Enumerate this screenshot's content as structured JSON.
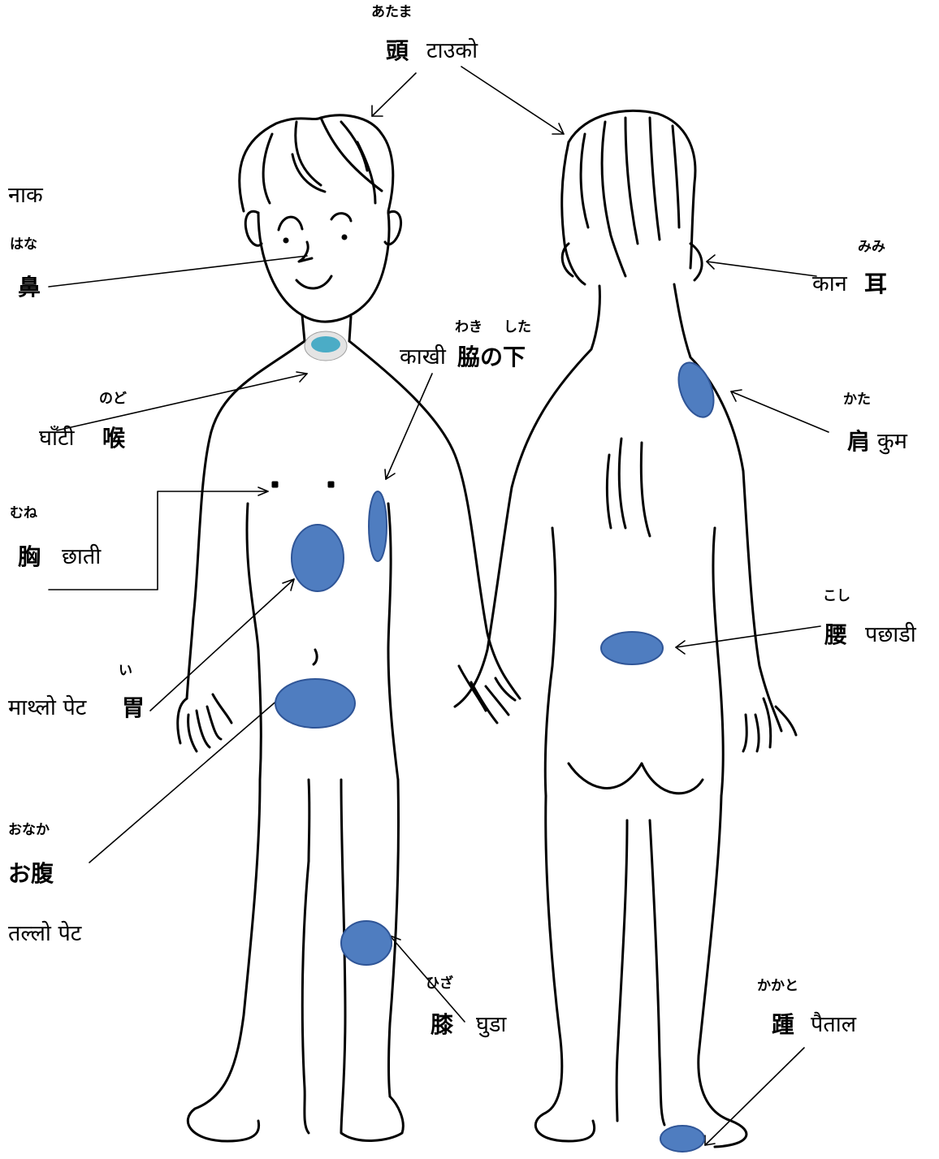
{
  "labels": {
    "head": {
      "reading": "あたま",
      "jp": "頭",
      "np": "टाउको"
    },
    "nose": {
      "np": "नाक",
      "reading": "はな",
      "jp": "鼻"
    },
    "ear": {
      "reading": "みみ",
      "np": "कान",
      "jp": "耳"
    },
    "underarm": {
      "reading_1": "わき",
      "reading_2": "した",
      "np": "काखी",
      "jp": "脇の下"
    },
    "throat": {
      "reading": "のど",
      "np": "घाँटी",
      "jp": "喉"
    },
    "shoulder": {
      "reading": "かた",
      "jp": "肩",
      "np": "कुम"
    },
    "chest": {
      "reading": "むね",
      "jp": "胸",
      "np": "छाती"
    },
    "lower_back": {
      "reading": "こし",
      "jp": "腰",
      "np": "पछाडी"
    },
    "stomach": {
      "reading": "い",
      "np": "माथ्लो पेट",
      "jp": "胃"
    },
    "belly": {
      "reading": "おなか",
      "jp": "お腹",
      "np": "तल्लो पेट"
    },
    "knee": {
      "reading": "ひざ",
      "jp": "膝",
      "np": "घुडा"
    },
    "heel": {
      "reading": "かかと",
      "jp": "踵",
      "np": "पैताल"
    }
  },
  "colors": {
    "marker_fill": "#4f7dc0",
    "marker_stroke": "#2f5597",
    "throat_fill": "#4bacc6",
    "line": "#000000",
    "background": "#ffffff"
  }
}
